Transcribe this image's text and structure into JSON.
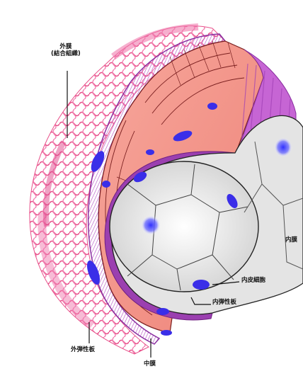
{
  "labels": {
    "adventitia": "外膜",
    "adventitia_sub": "(結合組織)",
    "intima": "内膜",
    "endothelial_cell": "内皮細胞",
    "internal_elastic_lamina": "内弾性板",
    "external_elastic_lamina": "外弾性板",
    "media": "中膜"
  },
  "colors": {
    "connective_tissue": "#e8508a",
    "smooth_muscle": "#f28f86",
    "muscle_outline": "#7a1f1f",
    "elastic_lamina": "#9b3fb0",
    "endothelium": "#e4e4e4",
    "nucleus": "#3a2ee8",
    "lumen_top": "#c665d4"
  }
}
